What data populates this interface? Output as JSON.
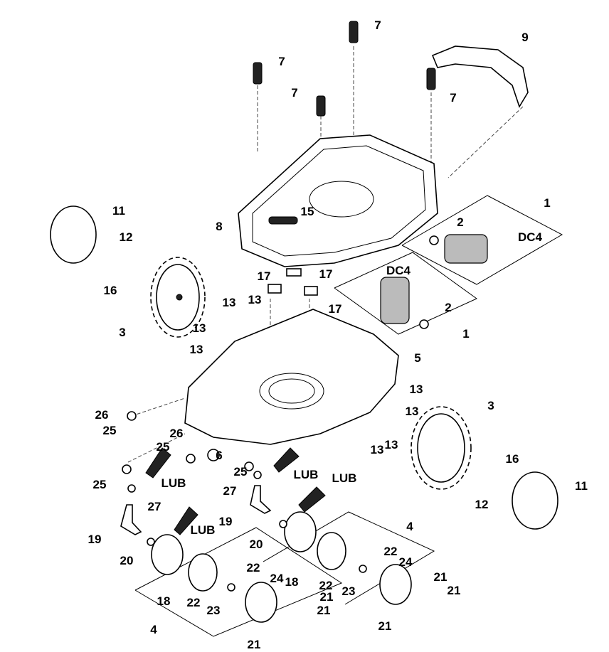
{
  "labels": [
    "7",
    "7",
    "7",
    "7",
    "9",
    "1",
    "1",
    "2",
    "2",
    "DC4",
    "DC4",
    "11",
    "11",
    "12",
    "12",
    "8",
    "15",
    "16",
    "16",
    "17",
    "17",
    "17",
    "3",
    "3",
    "13",
    "13",
    "13",
    "13",
    "13",
    "13",
    "13",
    "13",
    "5",
    "26",
    "26",
    "25",
    "25",
    "25",
    "25",
    "6",
    "27",
    "27",
    "LUB",
    "LUB",
    "LUB",
    "LUB",
    "19",
    "19",
    "20",
    "20",
    "4",
    "4",
    "18",
    "18",
    "22",
    "22",
    "22",
    "22",
    "24",
    "24",
    "23",
    "23",
    "21",
    "21",
    "21",
    "21",
    "21",
    "21"
  ]
}
